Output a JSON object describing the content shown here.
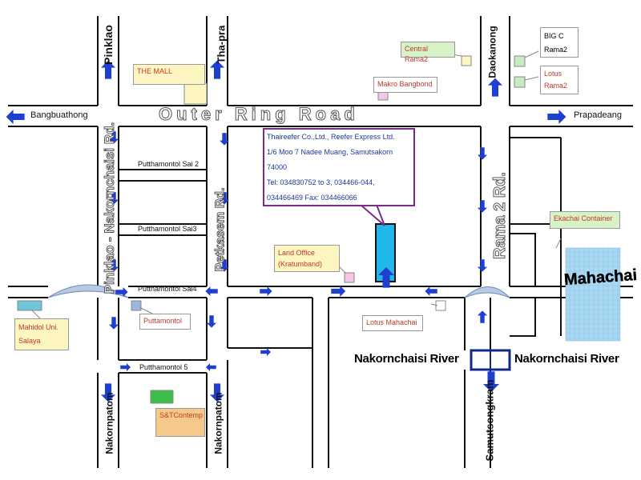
{
  "roads": {
    "outer_ring": "Outer Ring Road",
    "rama2": "Rama 2 Rd.",
    "pinklao_nakornchaisi": "Pinklao - Nakornchaisi Rd.",
    "petkasem": "Petkasem Rd.",
    "pinklao": "Pinklao",
    "tha_pra": "Tha-pra",
    "daokanong": "Daokanong",
    "nakornpatom_left": "Nakornpatom",
    "nakornpatom_right": "Nakornpatom",
    "samutsongkram": "Samutsongkram",
    "sai2": "Putthamontol Sai 2",
    "sai3": "Putthamontol Sai3",
    "sai4": "Putthamontol Sai4",
    "sai5": "Putthamontol 5"
  },
  "directions": {
    "west": "Bangbuathong",
    "east": "Prapadeang"
  },
  "landmarks": {
    "the_mall": "THE MALL",
    "central_rama2": "Central Rama2",
    "makro": "Makro Bangbond",
    "bigc_1": "BIG C",
    "bigc_2": "Rama2",
    "lotus_1": "Lotus",
    "lotus_2": "Rama2",
    "land_office_1": "Land Office",
    "land_office_2": "(Kratumband)",
    "ekachai": "Ekachai Container",
    "mahachai": "Mahachai",
    "lotus_mahachai": "Lotus Mahachai",
    "mahidol_1": "Mahidol Uni.",
    "mahidol_2": "Salaya",
    "puttamontol": "Puttamontol",
    "st_contemp": "S&TContemp"
  },
  "river": {
    "left": "Nakornchaisi River",
    "right": "Nakornchaisi River"
  },
  "company": {
    "line1": "Thaireefer Co.,Ltd., Reefer Express Ltd.",
    "line2": "1/6 Moo 7 Nadee Muang, Samutsakorn",
    "line3": "74000",
    "line4": "Tel: 034830752 to 3, 034466-044,",
    "line5": "034466469 Fax: 034466066"
  },
  "colors": {
    "road_line": "#111111",
    "arrow": "#1f3fd0",
    "company_box_border": "#7a2c8a",
    "company_marker": "#1fb8e8",
    "mahachai_fill": "#a9d8f2",
    "callout_yellow": "#fdf6c0",
    "callout_green": "#d8f2c8",
    "callout_pink": "#f6c6e6",
    "bridge": "#b8c9e6"
  }
}
